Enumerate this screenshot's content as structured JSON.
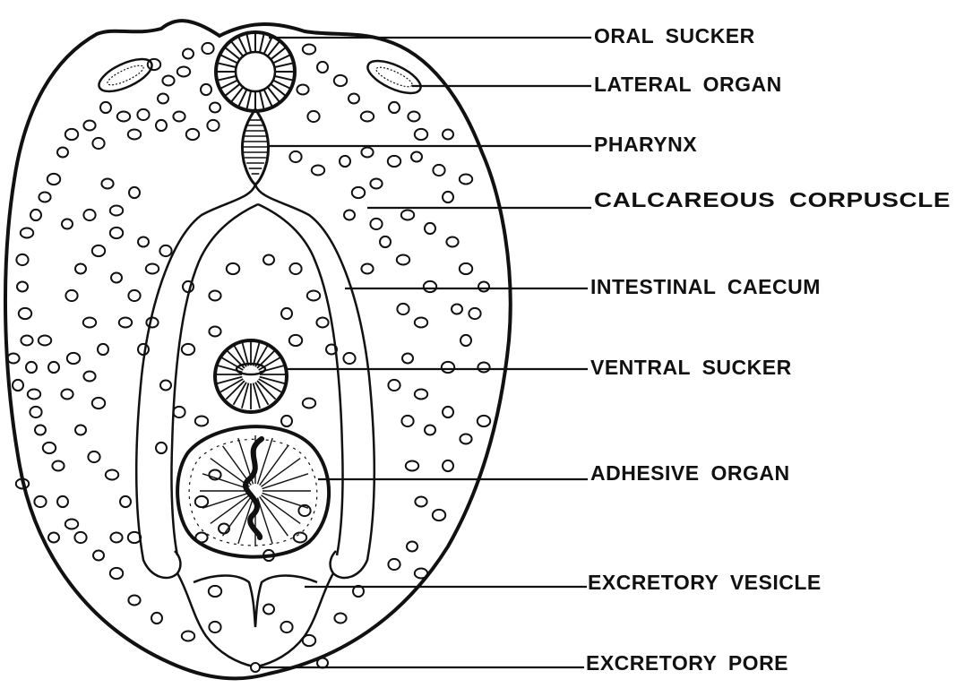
{
  "diagram": {
    "labels": [
      {
        "key": "oral_sucker",
        "text": "ORAL SUCKER"
      },
      {
        "key": "lateral_organ",
        "text": "LATERAL ORGAN"
      },
      {
        "key": "pharynx",
        "text": "PHARYNX"
      },
      {
        "key": "calcareous_corpuscle",
        "text": "CALCAREOUS CORPUSCLE"
      },
      {
        "key": "intestinal_caecum",
        "text": "INTESTINAL CAECUM"
      },
      {
        "key": "ventral_sucker",
        "text": "VENTRAL SUCKER"
      },
      {
        "key": "adhesive_organ",
        "text": "ADHESIVE ORGAN"
      },
      {
        "key": "excretory_vesicle",
        "text": "EXCRETORY VESICLE"
      },
      {
        "key": "excretory_pore",
        "text": "EXCRETORY PORE"
      }
    ]
  },
  "colors": {
    "ink": "#111111",
    "background": "#ffffff"
  }
}
